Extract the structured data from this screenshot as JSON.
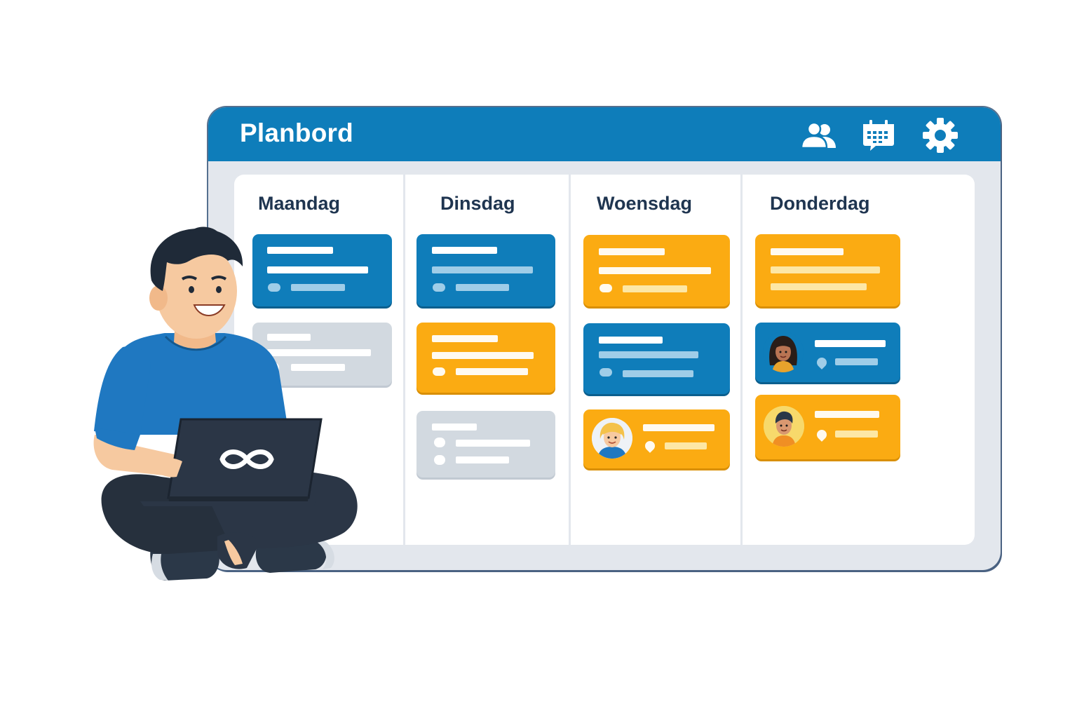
{
  "app": {
    "title": "Planbord"
  },
  "toolbar": {
    "icons": [
      "users-icon",
      "calendar-chat-icon",
      "gear-icon"
    ]
  },
  "board": {
    "columns": [
      {
        "title": "Maandag"
      },
      {
        "title": "Dinsdag"
      },
      {
        "title": "Woensdag"
      },
      {
        "title": "Donderdag"
      }
    ]
  },
  "colors": {
    "primary": "#0e7dba",
    "accent": "#fbab12",
    "muted": "#d2d9e0",
    "heading": "#1f3550"
  },
  "laptop": {
    "logo": "infinity-logo"
  }
}
